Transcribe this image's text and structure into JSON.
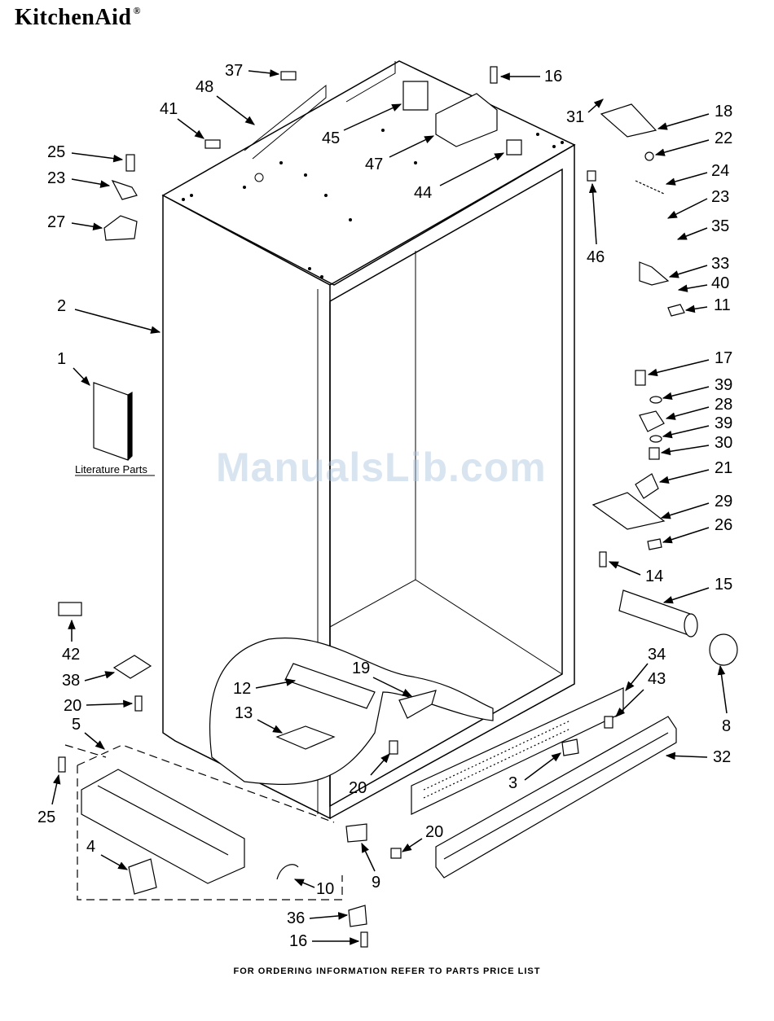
{
  "brand": {
    "name": "KitchenAid",
    "mark": "®"
  },
  "watermark": "ManualsLib.com",
  "footer": "FOR ORDERING INFORMATION REFER TO PARTS PRICE LIST",
  "literature_label": "Literature Parts",
  "callouts": [
    "37",
    "48",
    "41",
    "45",
    "16",
    "31",
    "18",
    "22",
    "47",
    "44",
    "25",
    "23",
    "24",
    "23",
    "27",
    "46",
    "35",
    "33",
    "40",
    "11",
    "2",
    "1",
    "17",
    "39",
    "28",
    "39",
    "30",
    "21",
    "29",
    "26",
    "14",
    "15",
    "42",
    "38",
    "20",
    "12",
    "19",
    "34",
    "43",
    "13",
    "8",
    "5",
    "3",
    "32",
    "25",
    "20",
    "20",
    "4",
    "9",
    "10",
    "36",
    "16"
  ]
}
